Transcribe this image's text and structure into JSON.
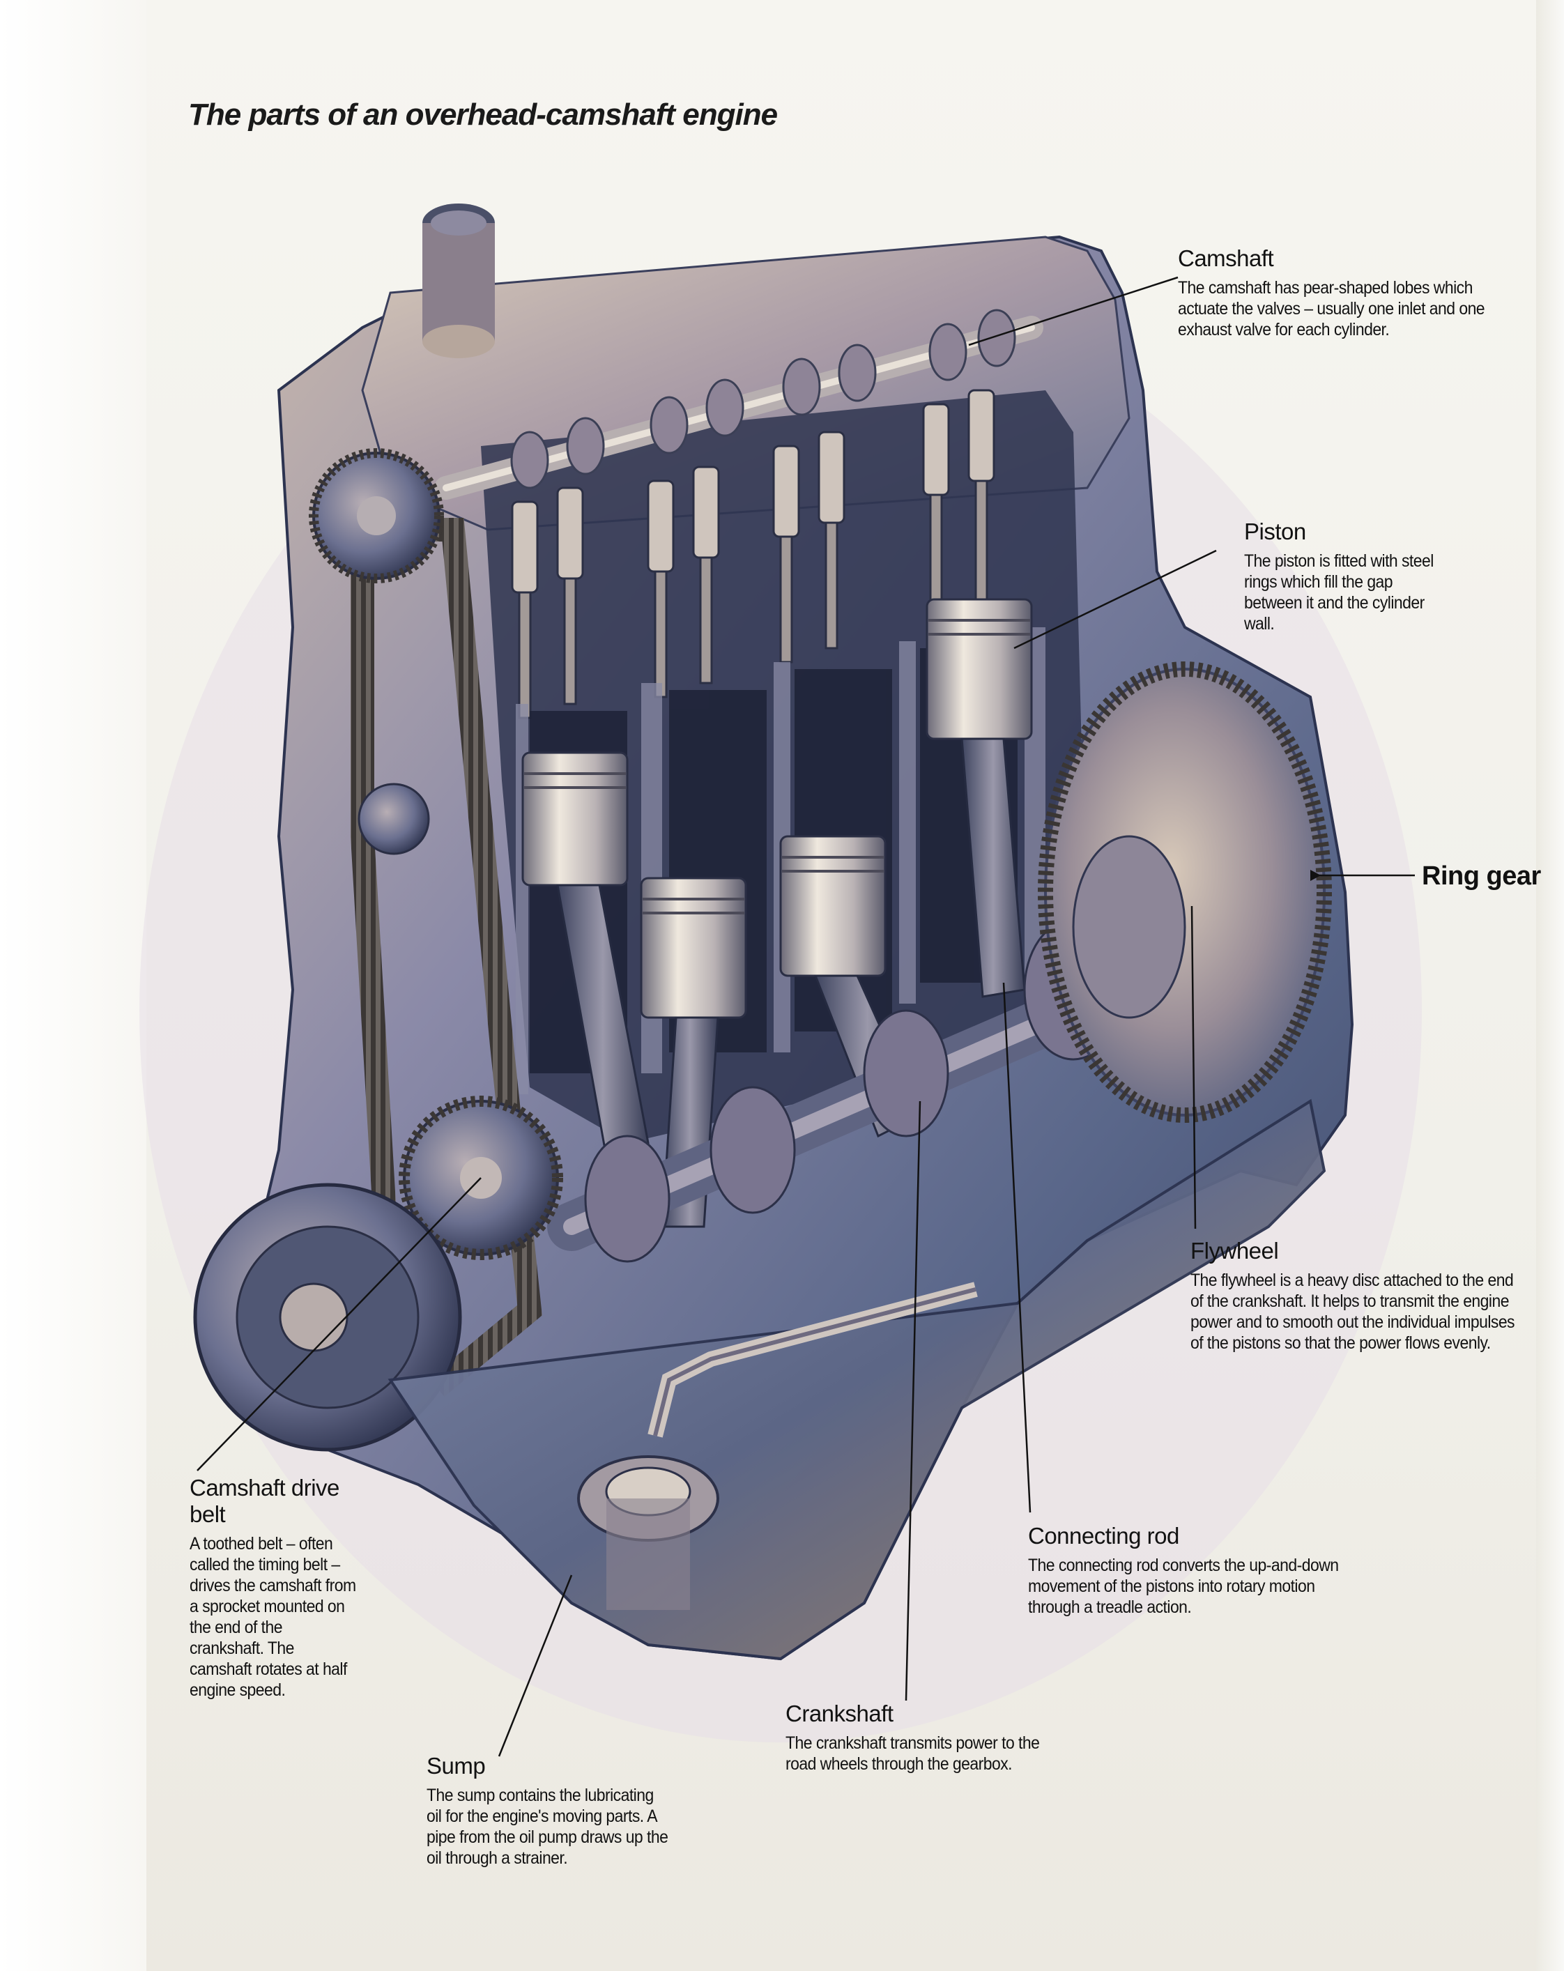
{
  "title": "The parts of an overhead-camshaft engine",
  "labels": {
    "camshaft": {
      "heading": "Camshaft",
      "desc": "The camshaft has pear-shaped lobes which actuate the valves – usually one inlet and one exhaust valve for each cylinder."
    },
    "piston": {
      "heading": "Piston",
      "desc": "The piston is fitted with steel rings which fill the gap between it and the cylinder wall."
    },
    "ring_gear": {
      "heading": "Ring gear"
    },
    "flywheel": {
      "heading": "Flywheel",
      "desc": "The flywheel is a heavy disc attached to the end of the crankshaft. It helps to transmit the engine power and to smooth out the individual impulses of the pistons so that the power flows evenly."
    },
    "connecting_rod": {
      "heading": "Connecting rod",
      "desc": "The connecting rod converts the up-and-down movement of the pistons into rotary motion through a treadle action."
    },
    "crankshaft": {
      "heading": "Crankshaft",
      "desc": "The crankshaft transmits power to the road wheels through the gearbox."
    },
    "sump": {
      "heading": "Sump",
      "desc": "The sump contains the lubricating oil for the engine's moving parts. A pipe from the oil pump draws up the oil through a strainer."
    },
    "camshaft_drive_belt": {
      "heading": "Camshaft drive belt",
      "desc": "A toothed belt – often called the timing belt – drives the camshaft from a sprocket mounted on the end of the crankshaft. The camshaft rotates at half engine speed."
    }
  },
  "colors": {
    "metal_dark": "#3d4a6a",
    "metal_mid": "#7d7fa0",
    "metal_light": "#d8d0c6",
    "copper": "#a8805c",
    "belt": "#5e5a58",
    "leader_line": "#111111"
  }
}
